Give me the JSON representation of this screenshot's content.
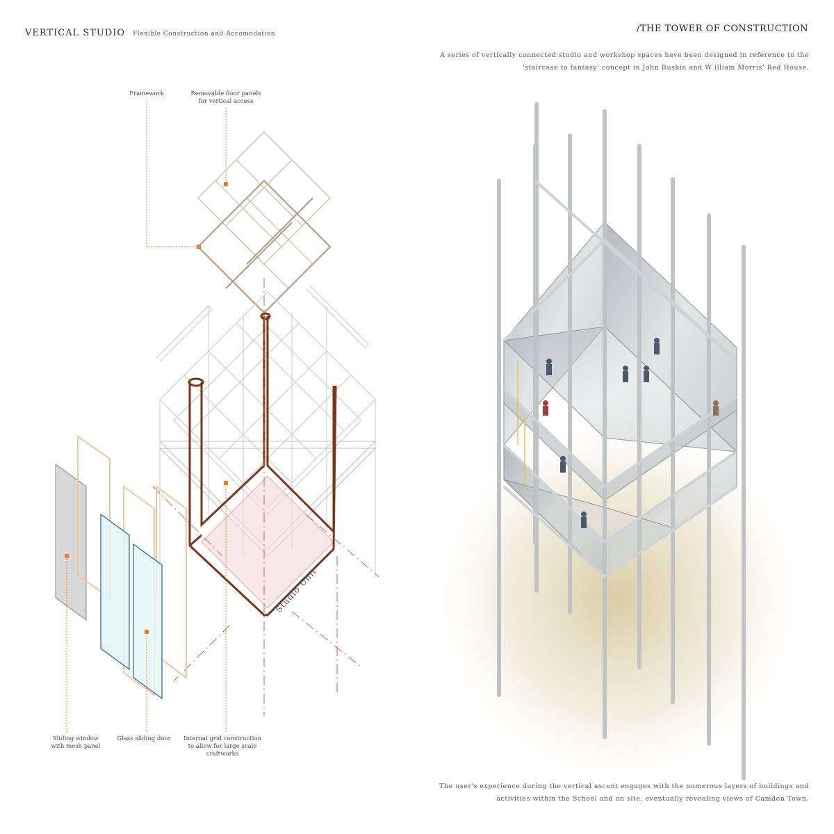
{
  "header": {
    "title": "VERTICAL STUDIO",
    "subtitle": "Flexible Construction and Accomodation",
    "right_title": "/THE TOWER OF CONSTRUCTION"
  },
  "intro_lines": [
    "A series of vertically connected studio and workshop spaces have been designed in reference to the",
    "'staircase to fantasy' concept in John Ruskin and W illiam Morris' Red House."
  ],
  "outro_lines": [
    "The user's experience during the vertical ascent engages with the numerous layers of buildings and",
    "activities within the School and on site, eventually revealing views of Camden Town."
  ],
  "labels": {
    "framework": "Framework",
    "floor_panels": [
      "Removable floor panels",
      "for vertical access"
    ],
    "sliding_window": [
      "Sliding window",
      "with mesh panel"
    ],
    "glass_door": "Glass sliding door",
    "internal_grid": [
      "Internal grid construction",
      "to allow for large scale",
      "craftworks"
    ],
    "studio_unit": "Studio Unit"
  },
  "colors": {
    "accent": "#f07a20",
    "frame_brown": "#7a3418",
    "glass_blue": "#2d6aa8",
    "red_axis": "#e05a4a",
    "beige_frame": "#c8b9a6"
  }
}
